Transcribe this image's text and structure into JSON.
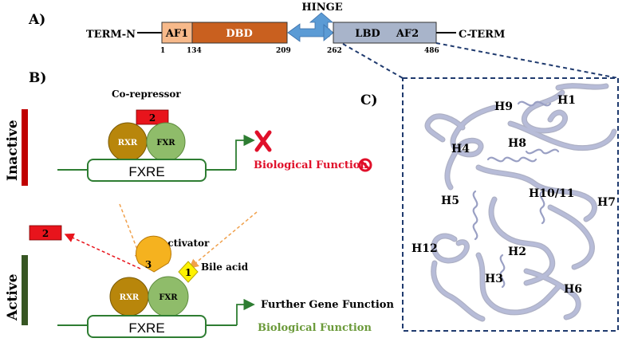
{
  "panel_a": {
    "label": "A)",
    "term_n": "TERM-N",
    "term_c": "C-TERM",
    "hinge": "HINGE",
    "domains": [
      {
        "name": "AF1",
        "color": "#f7b98a"
      },
      {
        "name": "DBD",
        "color": "#c9601f"
      },
      {
        "name": "LBD",
        "color": "#a8b4ca"
      },
      {
        "name": "AF2",
        "color": "#a8b4ca"
      }
    ],
    "positions": [
      "1",
      "134",
      "209",
      "262",
      "486"
    ]
  },
  "panel_b": {
    "label": "B)",
    "inactive": {
      "state": "Inactive",
      "state_color": "#c00000",
      "corepressor_title": "Co-repressor",
      "corepressor_num": "2",
      "rxr": "RXR",
      "fxr": "FXR",
      "response_element": "FXRE",
      "outcome": "Biological Function",
      "outcome_color": "#e0102a"
    },
    "active": {
      "state": "Active",
      "state_color": "#375623",
      "released_num": "2",
      "coactivator_title": "Co-activator",
      "coactivator_num": "3",
      "ligand_num": "1",
      "ligand_label": "Bile acid",
      "rxr": "RXR",
      "fxr": "FXR",
      "response_element": "FXRE",
      "outcome_gene": "Further Gene Function",
      "outcome_bio": "Biological Function",
      "outcome_bio_color": "#6b9a3a"
    }
  },
  "panel_c": {
    "label": "C)",
    "helices": [
      "H1",
      "H9",
      "H8",
      "H4",
      "H5",
      "H10/11",
      "H7",
      "H12",
      "H2",
      "H3",
      "H6"
    ]
  },
  "colors": {
    "rxr": "#b8860b",
    "fxr": "#8fbc6a",
    "corepressor": "#e8141c",
    "coactivator": "#f5b21f",
    "bile_acid": "#fff200",
    "hinge_arrow": "#5b9bd5",
    "line_green": "#2e7d32",
    "ribbon": "#b7bcd8",
    "frame_blue": "#1f3a6e"
  }
}
